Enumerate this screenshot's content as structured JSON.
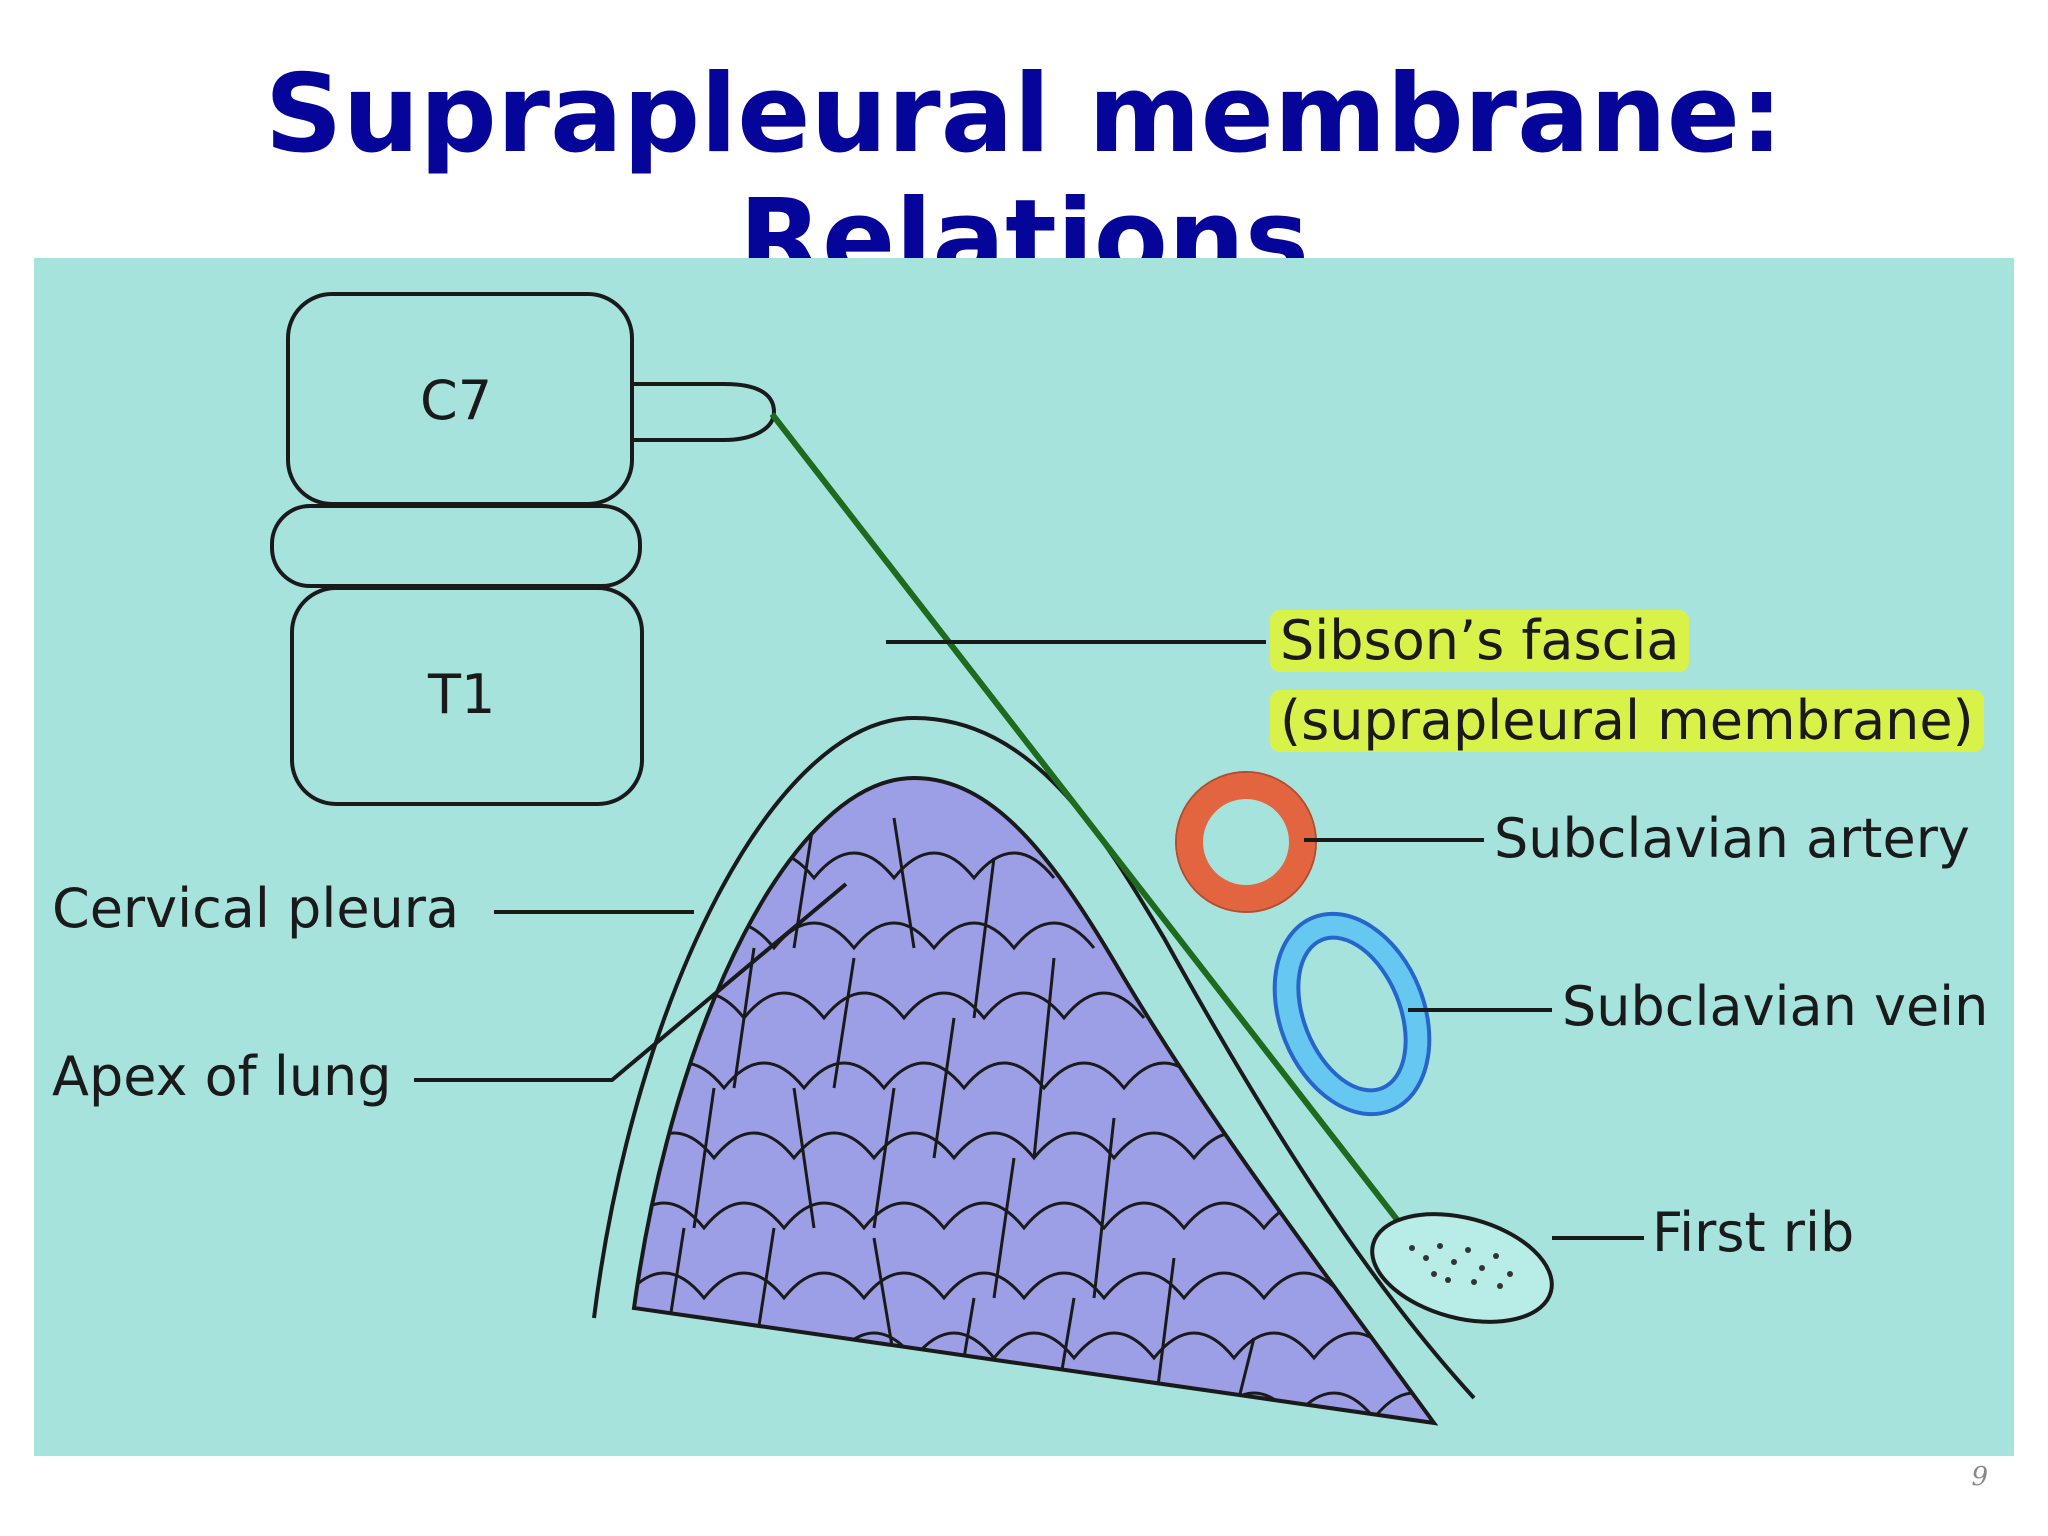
{
  "slide": {
    "title": "Suprapleural membrane: Relations",
    "number": "9"
  },
  "diagram": {
    "vertebra_upper": "C7",
    "vertebra_lower": "T1",
    "labels": {
      "sibsons_fascia": "Sibson’s fascia",
      "suprapleural_membrane": "(suprapleural membrane)",
      "subclavian_artery": "Subclavian artery",
      "subclavian_vein": "Subclavian vein",
      "first_rib": "First rib",
      "cervical_pleura": "Cervical pleura",
      "apex_of_lung": "Apex of lung"
    },
    "colors": {
      "background": "#a6e3dd",
      "lung_fill": "#9c9fe6",
      "fascia_line": "#1e6b1e",
      "artery": "#e2653f",
      "vein": "#3a8de0",
      "vein_inner": "#66c8f0",
      "highlight": "#d8f24a",
      "title": "#06059a"
    }
  }
}
